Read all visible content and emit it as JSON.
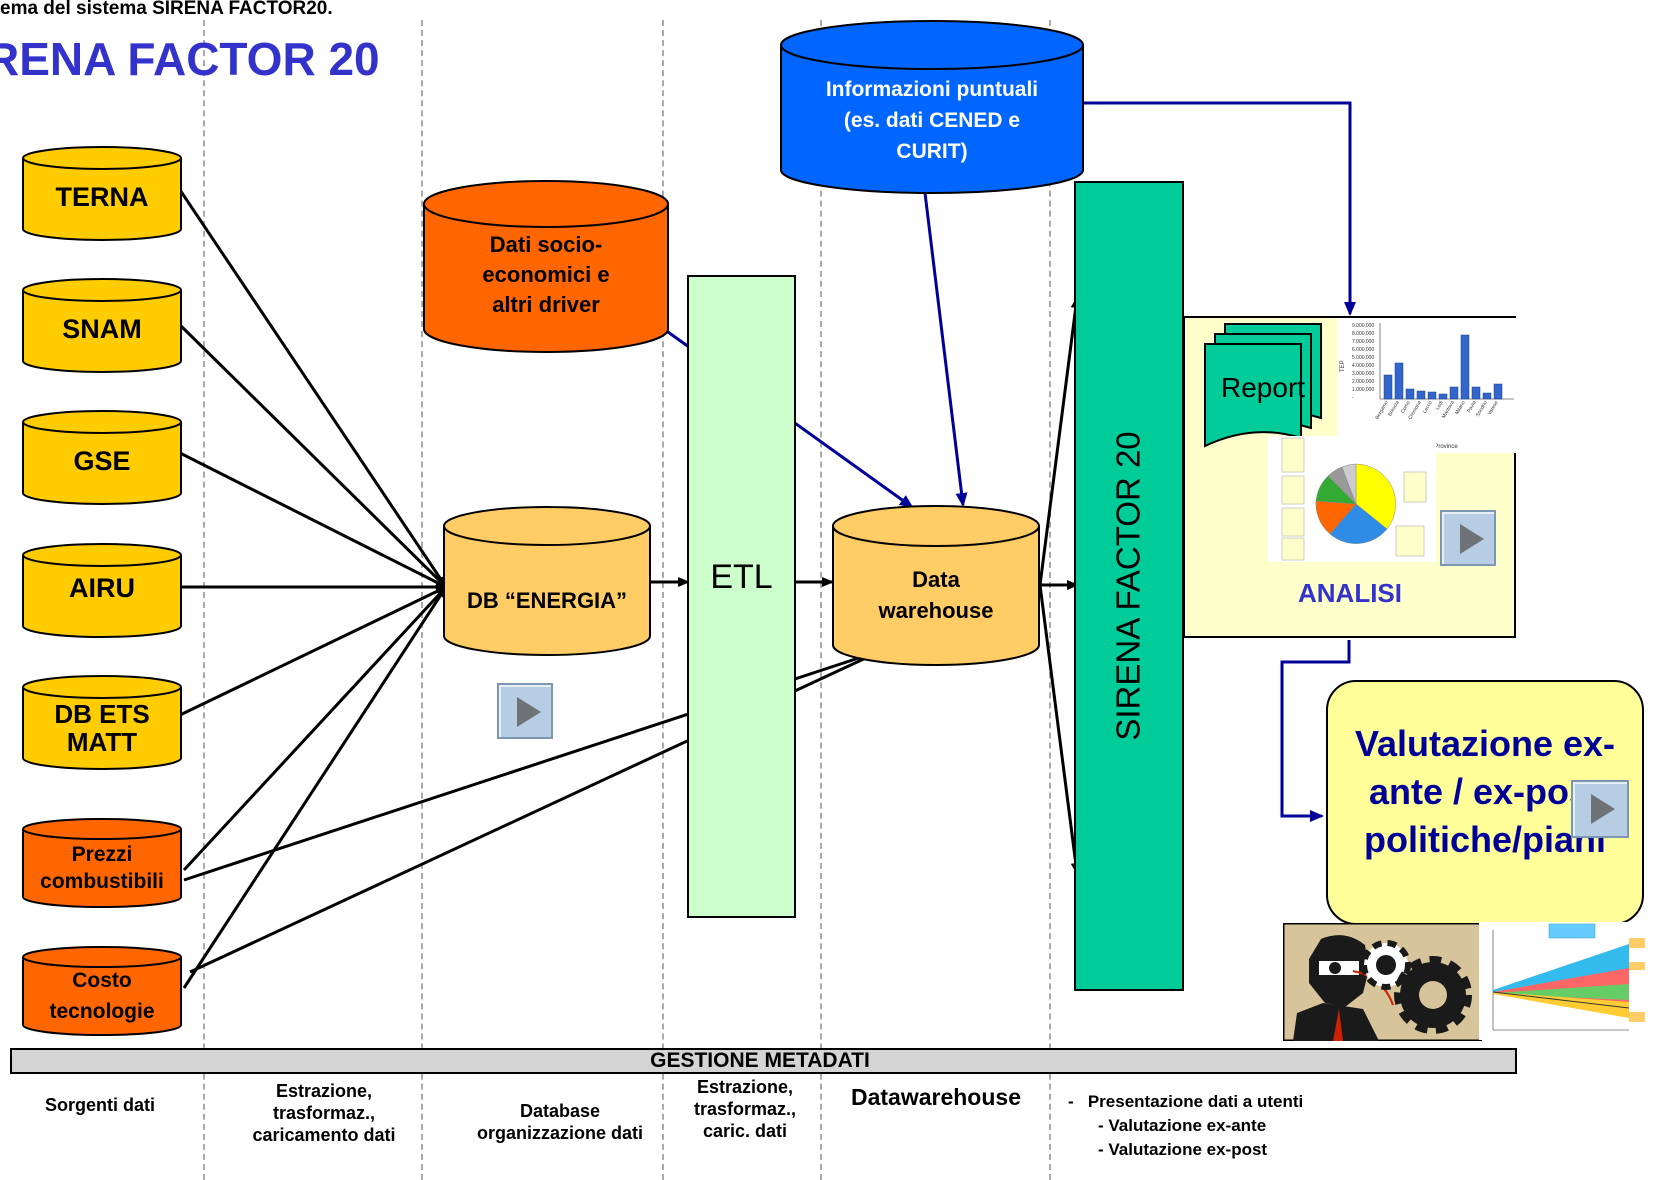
{
  "header": {
    "subtitle": "ema del sistema SIRENA FACTOR20.",
    "title": "RENA FACTOR 20"
  },
  "sources": [
    {
      "id": "terna",
      "label": "TERNA",
      "color": "#FFCC00"
    },
    {
      "id": "snam",
      "label": "SNAM",
      "color": "#FFCC00"
    },
    {
      "id": "gse",
      "label": "GSE",
      "color": "#FFCC00"
    },
    {
      "id": "airu",
      "label": "AIRU",
      "color": "#FFCC00"
    },
    {
      "id": "db-ets",
      "label": "DB ETS MATT",
      "color": "#FFCC00"
    },
    {
      "id": "prezzi",
      "label": "Prezzi combustibili",
      "color": "#FF6600"
    },
    {
      "id": "costo",
      "label": "Costo tecnologie",
      "color": "#FF6600"
    }
  ],
  "socio": {
    "label": "Dati socio-economici e altri driver",
    "color": "#FF6600"
  },
  "informazioni": {
    "label": "Informazioni puntuali (es. dati CENED e CURIT)",
    "color": "#0066FF"
  },
  "db_energia": {
    "label": "DB “ENERGIA”",
    "color": "#FFCC66"
  },
  "etl": {
    "label": "ETL",
    "color": "#CCFFCC"
  },
  "datawarehouse": {
    "label": "Data warehouse",
    "color": "#FFCC66"
  },
  "sirena_bar": {
    "label": "SIRENA FACTOR 20",
    "color": "#00CC99"
  },
  "analisi": {
    "report_label": "Report",
    "label": "ANALISI",
    "chart_axis_label": "TEP",
    "chart_x_title": "Province",
    "chart_y_ticks": [
      "9.000.000",
      "8.000.000",
      "7.000.000",
      "6.000.000",
      "5.000.000",
      "4.000.000",
      "3.000.000",
      "2.000.000",
      "1.000.000",
      "-"
    ],
    "chart_categories": [
      "Bergamo",
      "Brescia",
      "Como",
      "Cremona",
      "Lecco",
      "Lodi",
      "Mantova",
      "Milano",
      "Pavia",
      "Sondrio",
      "Varese"
    ]
  },
  "valutazione": {
    "label": "Valutazione ex-ante / ex-post politiche/piani",
    "color": "#FFFF99"
  },
  "metadati": {
    "label": "GESTIONE METADATI"
  },
  "columns": [
    {
      "id": "sorgenti",
      "lines": [
        "Sorgenti dati"
      ]
    },
    {
      "id": "estrazione1",
      "lines": [
        "Estrazione,",
        "trasformaz.,",
        "caricamento dati"
      ]
    },
    {
      "id": "database",
      "lines": [
        "Database",
        "organizzazione dati"
      ]
    },
    {
      "id": "estrazione2",
      "lines": [
        "Estrazione,",
        "trasformaz.,",
        "caric. dati"
      ]
    },
    {
      "id": "datawarehouse",
      "lines": [
        "Datawarehouse"
      ]
    },
    {
      "id": "presentazione",
      "lines": [
        "-   Presentazione dati a utenti",
        "- Valutazione ex-ante",
        "- Valutazione ex-post"
      ]
    }
  ],
  "colors": {
    "title": "#3333CC",
    "arrow_blue": "#000099",
    "analisi_text": "#3333CC",
    "valutazione_text": "#000099"
  }
}
